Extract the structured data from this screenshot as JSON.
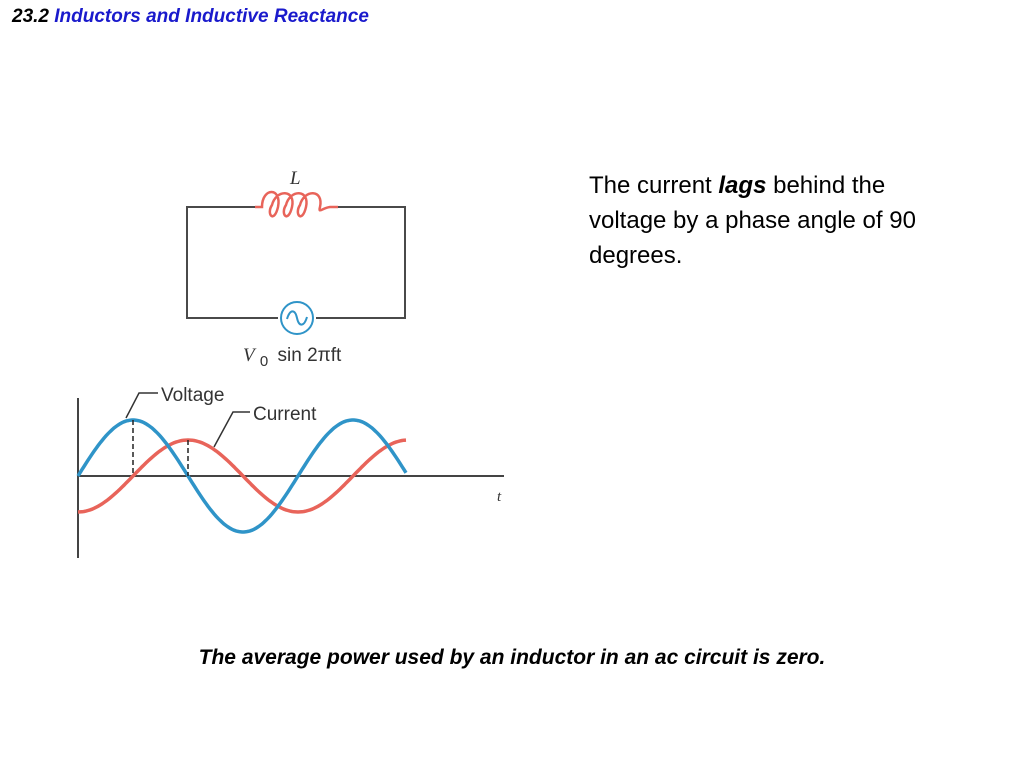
{
  "header": {
    "section_number": "23.2",
    "section_title": "Inductors and Inductive Reactance"
  },
  "circuit": {
    "inductor_label": "L",
    "source_label_v": "V",
    "source_label_sub": "0",
    "source_label_expr": "sin 2πft"
  },
  "graph": {
    "voltage_label": "Voltage",
    "current_label": "Current",
    "time_axis_label": "t",
    "voltage_color": "#2f94c8",
    "current_color": "#e8645a",
    "phase_lag_degrees": 90
  },
  "description": {
    "before": "The current ",
    "emphasis": "lags",
    "after": " behind the voltage by a phase angle of 90 degrees."
  },
  "footer_note": "The average power used by an inductor in an ac circuit is zero."
}
